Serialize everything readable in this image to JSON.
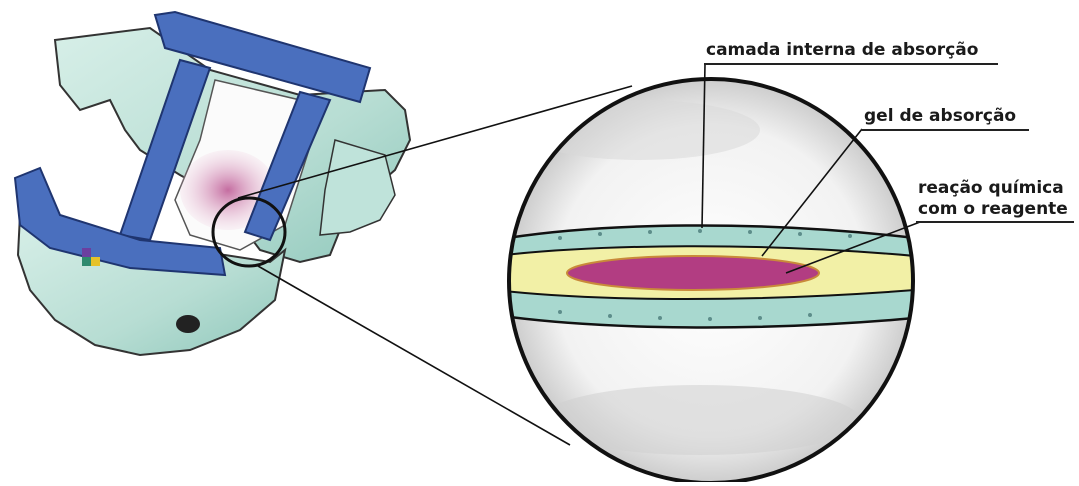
{
  "labels": {
    "inner_layer": "camada interna de absorção",
    "gel": "gel de absorção",
    "reaction_line1": "reação química",
    "reaction_line2": "com o reagente"
  },
  "colors": {
    "band_blue": "#4a6fbe",
    "diaper_mint": "#c4e6dd",
    "stain_magenta": "#b23d82",
    "gel_yellow": "#f2f0a6",
    "layer_teal": "#a8d8cf",
    "outline": "#111111"
  },
  "icons": [
    "diaper-illustration",
    "magnifier-circle",
    "logo-mark"
  ]
}
